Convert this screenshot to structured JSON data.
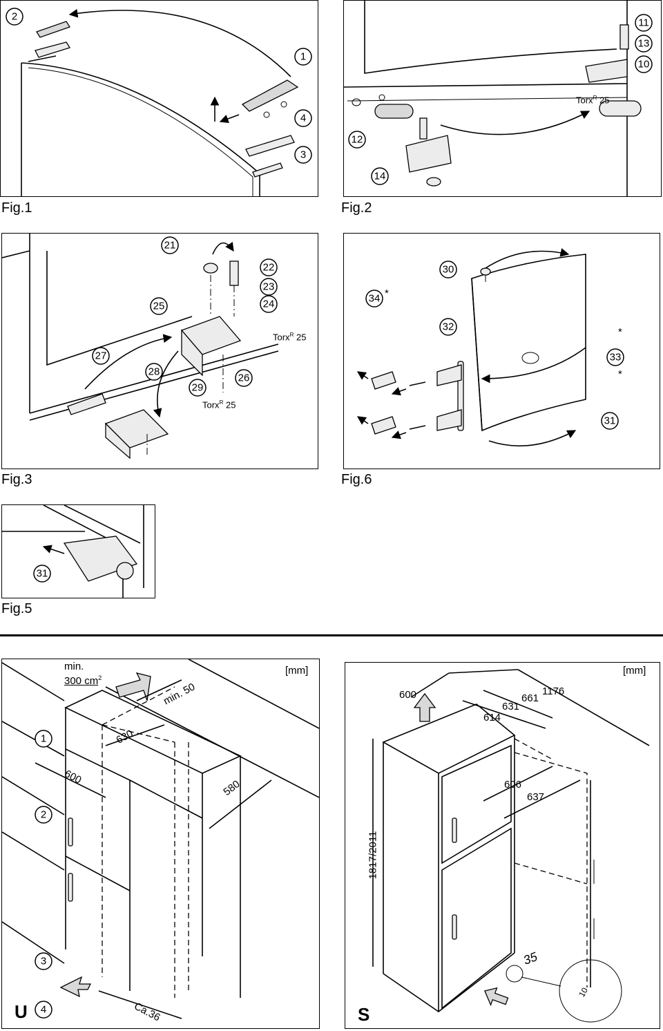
{
  "captions": {
    "fig1": "Fig.1",
    "fig2": "Fig.2",
    "fig3": "Fig.3",
    "fig5": "Fig.5",
    "fig6": "Fig.6"
  },
  "fig1": {
    "callouts": [
      "2",
      "1",
      "4",
      "3"
    ]
  },
  "fig2": {
    "callouts": [
      "11",
      "13",
      "10",
      "12",
      "14"
    ],
    "torx_label": "Torx",
    "torx_size": "25",
    "registered": "R"
  },
  "fig3": {
    "callouts": [
      "21",
      "22",
      "23",
      "24",
      "25",
      "27",
      "28",
      "29",
      "26"
    ],
    "torx_label": "Torx",
    "torx_size": "25",
    "registered": "R"
  },
  "fig5": {
    "callouts": [
      "31"
    ]
  },
  "fig6": {
    "callouts": [
      "30",
      "34",
      "32",
      "33",
      "31"
    ],
    "asterisk": "*"
  },
  "install_u": {
    "unit_label": "[mm]",
    "variant_letter": "U",
    "ventilation_line1": "min.",
    "ventilation_line2": "300 cm",
    "ventilation_sup": "2",
    "dimensions": [
      "min. 50",
      "630",
      "600",
      "580",
      "Ca.36"
    ],
    "callouts": [
      "1",
      "2",
      "3",
      "4"
    ]
  },
  "install_s": {
    "unit_label": "[mm]",
    "variant_letter": "S",
    "dimensions": [
      "600",
      "661",
      "1176",
      "631",
      "614",
      "606",
      "637",
      "1817/2011",
      "35",
      "10"
    ]
  }
}
